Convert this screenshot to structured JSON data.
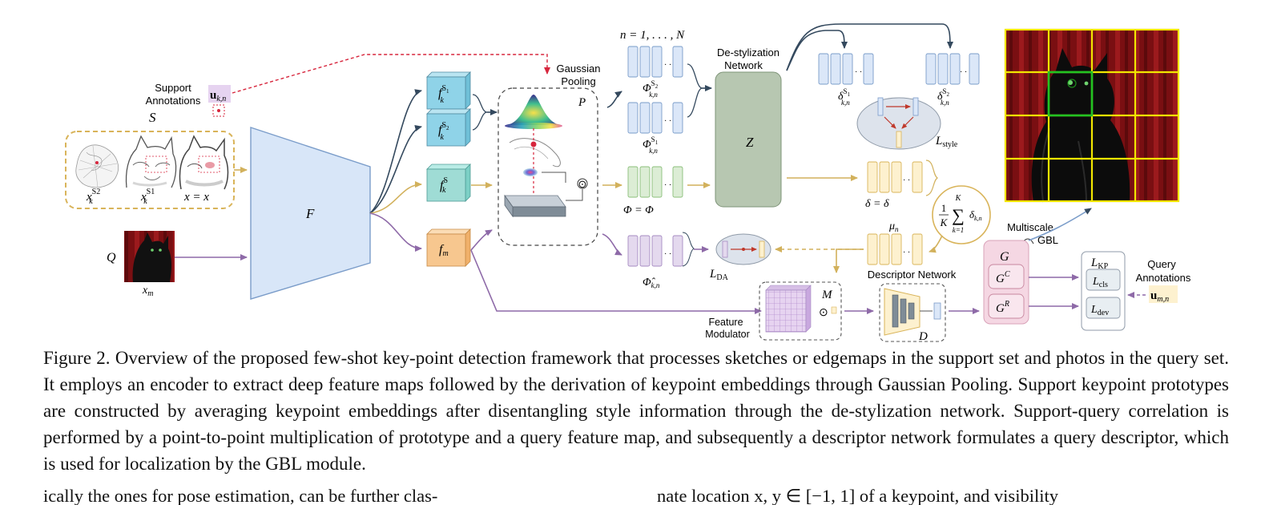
{
  "figure": {
    "labels": {
      "support_annotations": "Support Annotations",
      "support_annotations_line1": "Support",
      "support_annotations_line2": "Annotations",
      "support_ann_symbol": "u",
      "support_ann_sub": "k,n",
      "support_set_symbol": "S",
      "x_s2_main": "x",
      "x_s2_sup": "S2",
      "x_s2_sub": "k",
      "x_s1_main": "x",
      "x_s1_sup": "S1",
      "x_s1_sub": "k",
      "x_s_eq": "x = x",
      "query_set_symbol": "Q",
      "query_image_label": "x",
      "query_image_sub": "m",
      "encoder": "F",
      "f_s1": "f",
      "f_s2": "f",
      "f_s": "f",
      "f_m": "f",
      "f_m_sub": "m",
      "gaussian_pooling_line1": "Gaussian",
      "gaussian_pooling_line2": "Pooling",
      "pooling_symbol": "P",
      "n_range": "n = 1, . . . , N",
      "phi_s2": "Φ",
      "phi_s1": "Φ",
      "phi_s": "Φ = Φ",
      "phi_hat": "Φ̂",
      "kn_sub": "k,n",
      "destyl_line1": "De-stylization",
      "destyl_line2": "Network",
      "destyl_symbol": "Z",
      "delta_s1": "δ",
      "delta_s2": "δ",
      "delta_s": "δ = δ",
      "style_loss": "L",
      "style_loss_sub": "style",
      "da_loss": "L",
      "da_loss_sub": "DA",
      "mu_n": "μ",
      "mu_sub": "n",
      "avg_frac_num": "1",
      "avg_frac_den": "K",
      "avg_sum_top": "K",
      "avg_sum_bottom": "k=1",
      "avg_delta": "δ",
      "avg_delta_sub": "k,n",
      "modulator_symbol": "M",
      "modulator_line1": "Feature",
      "modulator_line2": "Modulator",
      "descriptor_net": "Descriptor Network",
      "descriptor_symbol": "D",
      "multiscale_line1": "Multiscale",
      "multiscale_line2": "GBL",
      "gbl_g": "G",
      "gbl_gc": "G",
      "gbl_gc_sup": "C",
      "gbl_gr": "G",
      "gbl_gr_sup": "R",
      "loss_kp": "L",
      "loss_kp_sub": "KP",
      "loss_cls": "L",
      "loss_cls_sub": "cls",
      "loss_dev": "L",
      "loss_dev_sub": "dev",
      "query_ann_line1": "Query",
      "query_ann_line2": "Annotations",
      "query_ann_symbol": "u",
      "query_ann_sub": "m,n",
      "odot": "⊙"
    },
    "colors": {
      "encoder_fill": "#d8e6f8",
      "encoder_stroke": "#7a9cc9",
      "support_dash": "#d9b45a",
      "cyan_cube": "#8fd3e8",
      "orange_cube": "#f7c78f",
      "blue_vec": "#dbe7f8",
      "green_vec": "#dcedd5",
      "purple_vec": "#e4d9ee",
      "yellow_vec": "#fdf1cf",
      "destyl_fill": "#b7c7b1",
      "gbl_fill": "#f5d7e3",
      "loss_box_fill": "#e8eef2",
      "arrow_dark": "#34495e",
      "arrow_gold": "#d2b15c",
      "arrow_purple": "#8e6aa8",
      "arrow_red": "#d7263d",
      "grid_yellow": "#f2e600",
      "grid_green": "#22c322"
    }
  },
  "caption": {
    "text": "Figure 2. Overview of the proposed few-shot key-point detection framework that processes sketches or edgemaps in the support set and photos in the query set. It employs an encoder to extract deep feature maps followed by the derivation of keypoint embeddings through Gaussian Pooling. Support keypoint prototypes are constructed by averaging keypoint embeddings after disentangling style information through the de-stylization network. Support-query correlation is performed by a point-to-point multiplication of prototype and a query feature map, and subsequently a descriptor network formulates a query descriptor, which is used for localization by the GBL module."
  },
  "body_text": {
    "left_column": "ically the ones for pose estimation, can be further clas-",
    "right_column": "nate location x, y ∈ [−1, 1] of a keypoint, and visibility"
  }
}
